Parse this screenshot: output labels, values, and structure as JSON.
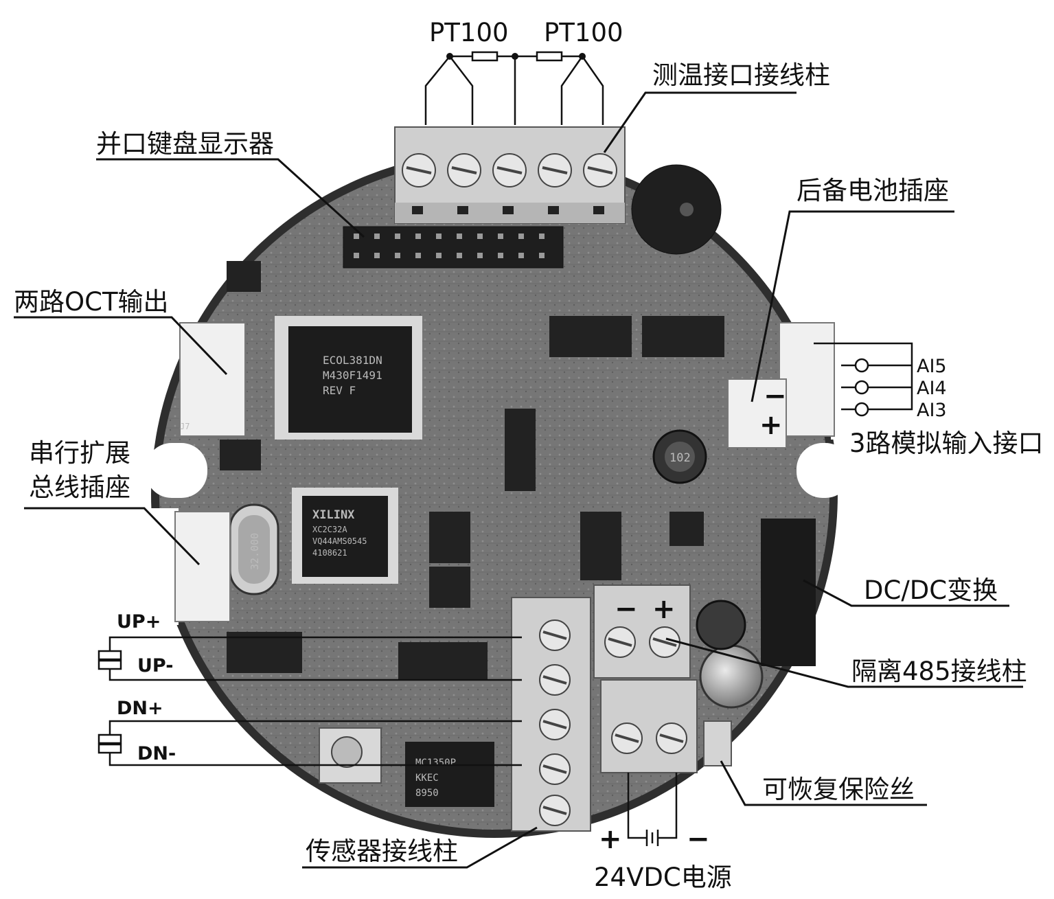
{
  "labels": {
    "pt100_left": "PT100",
    "pt100_right": "PT100",
    "temp_terminal": "测温接口接线柱",
    "parallel_kbd_display": "并口键盘显示器",
    "backup_battery_socket": "后备电池插座",
    "oct_output": "两路OCT输出",
    "ai5": "AI5",
    "ai4": "AI4",
    "ai3": "AI3",
    "analog_input": "3路模拟输入接口",
    "serial_line1": "串行扩展",
    "serial_line2": "总线插座",
    "dcdc": "DC/DC变换",
    "up_plus": "UP+",
    "up_minus": "UP-",
    "dn_plus": "DN+",
    "dn_minus": "DN-",
    "rs485_terminal": "隔离485接线柱",
    "resettable_fuse": "可恢复保险丝",
    "sensor_terminal": "传感器接线柱",
    "power_label": "24VDC电源",
    "battery_minus_sign": "−",
    "battery_plus_sign": "+",
    "rs485_minus_sign": "−",
    "rs485_plus_sign": "+",
    "power_plus_sign": "+",
    "power_minus_sign": "−"
  },
  "board_marks": {
    "mcu": [
      "ECOL381DN",
      "M430F1491",
      "REV F"
    ],
    "fpga": [
      "XILINX",
      "XC2C32A",
      "VQ44AMS0545",
      "4108621"
    ],
    "crystal": "32.000",
    "opamp": [
      "MC1350P",
      "KKEC",
      "8950"
    ],
    "inductor": "102",
    "j7": "J7"
  }
}
